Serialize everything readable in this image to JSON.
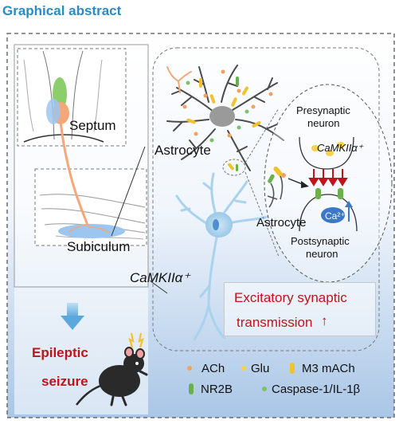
{
  "header": {
    "title": "Graphical abstract"
  },
  "labels": {
    "septum": "Septum",
    "subiculum": "Subiculum",
    "astrocyte_main": "Astrocyte",
    "camk_left": "CaMKIIα⁺",
    "presynaptic_line1": "Presynaptic",
    "presynaptic_line2": "neuron",
    "camk_synapse": "CaMKIIα⁺",
    "astrocyte_inset": "Astrocyte",
    "postsynaptic_line1": "Postsynaptic",
    "postsynaptic_line2": "neuron",
    "calcium": "Ca²⁺",
    "excitatory_line1": "Excitatory synaptic",
    "excitatory_line2": "transmission",
    "up_arrow": "↑",
    "epileptic": "Epileptic",
    "seizure": "seizure"
  },
  "legend": [
    {
      "label": "ACh",
      "icon": "orange-dot",
      "color": "#f2a161"
    },
    {
      "label": "Glu",
      "icon": "yellow-dot",
      "color": "#f5d24a"
    },
    {
      "label": "M3 mACh",
      "icon": "yellow-receptor",
      "color": "#f0c22f"
    },
    {
      "label": "NR2B",
      "icon": "green-receptor",
      "color": "#6ab04c"
    },
    {
      "label": "Caspase-1/IL-1β",
      "icon": "green-dot",
      "color": "#7bc26b"
    }
  ],
  "colors": {
    "title": "#2a8ac6",
    "accent_red": "#c0131c",
    "background_gradient_top": "#ffffff",
    "background_gradient_bottom": "#a9c6e6",
    "projection": "#f5a77a"
  }
}
